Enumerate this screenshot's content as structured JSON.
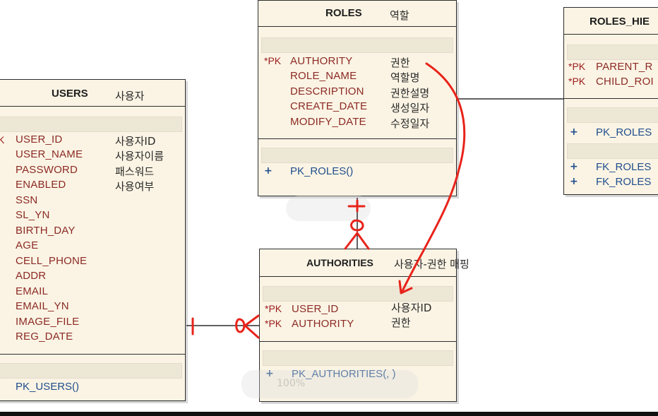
{
  "tables": {
    "roles": {
      "name": "ROLES",
      "alias": "역할",
      "columns": [
        {
          "pk": "*PK",
          "name": "AUTHORITY",
          "comment": "권한"
        },
        {
          "pk": "",
          "name": "ROLE_NAME",
          "comment": "역할명"
        },
        {
          "pk": "",
          "name": "DESCRIPTION",
          "comment": "권한설명"
        },
        {
          "pk": "",
          "name": "CREATE_DATE",
          "comment": "생성일자"
        },
        {
          "pk": "",
          "name": "MODIFY_DATE",
          "comment": "수정일자"
        }
      ],
      "methods": [
        {
          "marker": "+",
          "name": "PK_ROLES()"
        }
      ]
    },
    "roles_hierarchy": {
      "name": "ROLES_HIE",
      "columns": [
        {
          "pk": "*PK",
          "name": "PARENT_R"
        },
        {
          "pk": "*PK",
          "name": "CHILD_ROI"
        }
      ],
      "methods": [
        {
          "marker": "+",
          "name": "PK_ROLES"
        },
        {
          "marker": "+",
          "name": "FK_ROLES"
        },
        {
          "marker": "+",
          "name": "FK_ROLES"
        }
      ]
    },
    "users": {
      "name": "USERS",
      "alias": "사용자",
      "pk_marker": "K",
      "columns": [
        {
          "name": "USER_ID",
          "comment": "사용자ID"
        },
        {
          "name": "USER_NAME",
          "comment": "사용자이름"
        },
        {
          "name": "PASSWORD",
          "comment": "패스워드"
        },
        {
          "name": "ENABLED",
          "comment": "사용여부"
        },
        {
          "name": "SSN",
          "comment": ""
        },
        {
          "name": "SL_YN",
          "comment": ""
        },
        {
          "name": "BIRTH_DAY",
          "comment": ""
        },
        {
          "name": "AGE",
          "comment": ""
        },
        {
          "name": "CELL_PHONE",
          "comment": ""
        },
        {
          "name": "ADDR",
          "comment": ""
        },
        {
          "name": "EMAIL",
          "comment": ""
        },
        {
          "name": "EMAIL_YN",
          "comment": ""
        },
        {
          "name": "IMAGE_FILE",
          "comment": ""
        },
        {
          "name": "REG_DATE",
          "comment": ""
        }
      ],
      "methods": [
        {
          "marker": "",
          "name": "PK_USERS()"
        }
      ]
    },
    "authorities": {
      "name": "AUTHORITIES",
      "alias": "사용자-권한 매핑",
      "columns": [
        {
          "pk": "*PK",
          "name": "USER_ID",
          "comment": "사용자ID"
        },
        {
          "pk": "*PK",
          "name": "AUTHORITY",
          "comment": "권한"
        }
      ],
      "methods": [
        {
          "marker": "+",
          "name": "PK_AUTHORITIES(, )"
        }
      ]
    }
  },
  "overlay": {
    "zoom_label": "100%",
    "annotation_color": "#e8231a"
  }
}
